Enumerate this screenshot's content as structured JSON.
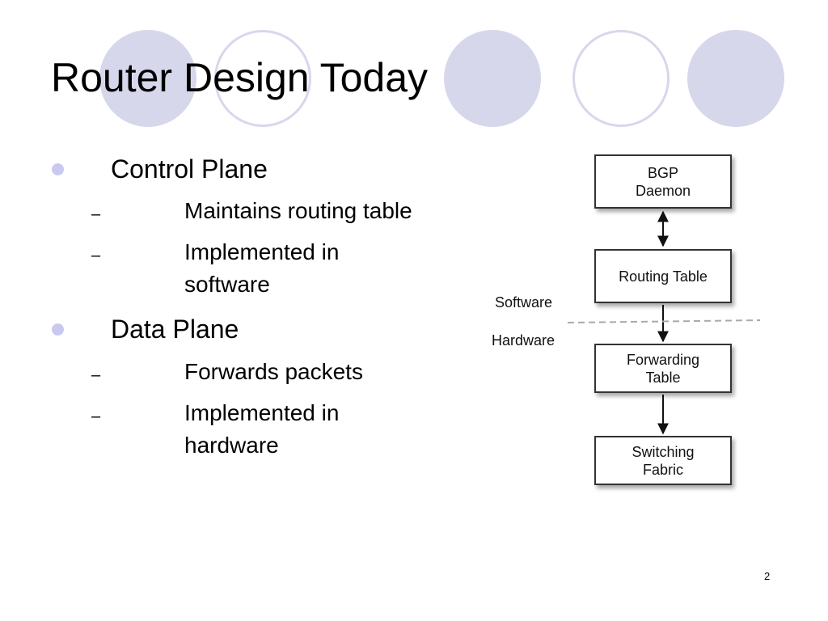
{
  "slide": {
    "title": "Router Design Today",
    "slide_number": "2",
    "accent_color": "#d7d7ec",
    "bullet_color": "#c9c9f0",
    "bullets": [
      {
        "text": "Control Plane",
        "sub": [
          {
            "marker": "–",
            "text": "Maintains routing table"
          },
          {
            "marker": "–",
            "text": "Implemented in software"
          }
        ]
      },
      {
        "text": "Data Plane",
        "sub": [
          {
            "marker": "–",
            "text": "Forwards packets"
          },
          {
            "marker": "–",
            "text": "Implemented in hardware"
          }
        ]
      }
    ]
  },
  "diagram": {
    "boxes": [
      {
        "label": "BGP\nDaemon"
      },
      {
        "label": "Routing Table"
      },
      {
        "label": "Forwarding\nTable"
      },
      {
        "label": "Switching\nFabric"
      }
    ],
    "software_label": "Software",
    "hardware_label": "Hardware",
    "connectors": [
      {
        "from": "BGP\nDaemon",
        "to": "Routing Table",
        "style": "double-arrow"
      },
      {
        "from": "Routing Table",
        "to": "Forwarding\nTable",
        "style": "arrow"
      },
      {
        "from": "Forwarding\nTable",
        "to": "Switching\nFabric",
        "style": "arrow"
      }
    ],
    "divider": "dashed",
    "divider_color": "#aaaaaa"
  }
}
